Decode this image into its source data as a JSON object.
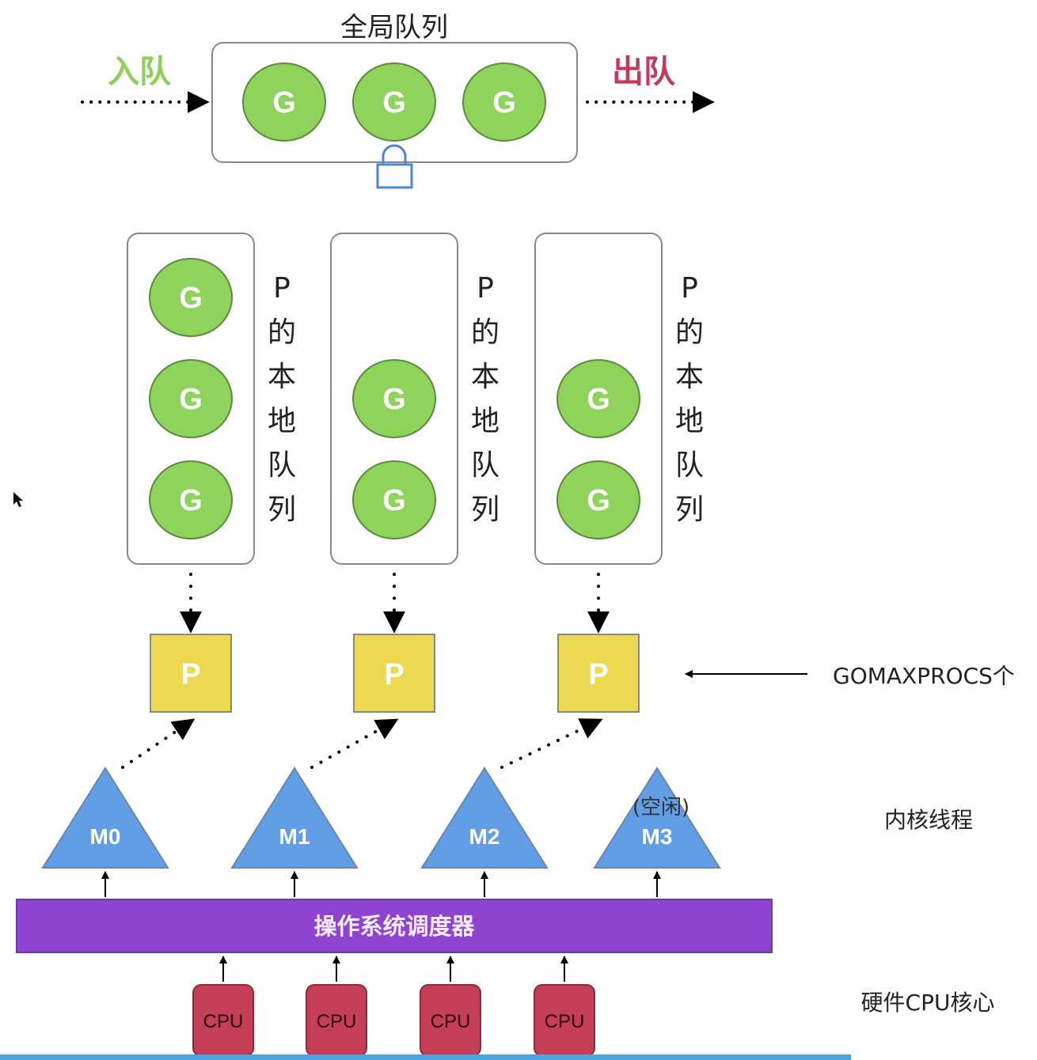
{
  "global_queue": {
    "title": "全局队列",
    "enqueue_label": "入队",
    "dequeue_label": "出队",
    "goroutines": [
      "G",
      "G",
      "G"
    ],
    "lock_icon": "lock-icon"
  },
  "local_queues": [
    {
      "side_label": [
        "P",
        "的",
        "本",
        "地",
        "队",
        "列"
      ],
      "goroutines": [
        "G",
        "G",
        "G"
      ]
    },
    {
      "side_label": [
        "P",
        "的",
        "本",
        "地",
        "队",
        "列"
      ],
      "goroutines": [
        "G",
        "G"
      ]
    },
    {
      "side_label": [
        "P",
        "的",
        "本",
        "地",
        "队",
        "列"
      ],
      "goroutines": [
        "G",
        "G"
      ]
    }
  ],
  "processors": [
    "P",
    "P",
    "P"
  ],
  "gomaxprocs_label": "GOMAXPROCS个",
  "machines": [
    {
      "label": "M0",
      "note": ""
    },
    {
      "label": "M1",
      "note": ""
    },
    {
      "label": "M2",
      "note": ""
    },
    {
      "label": "M3",
      "note": "(空闲)"
    }
  ],
  "kernel_thread_label": "内核线程",
  "os_scheduler_label": "操作系统调度器",
  "cpus": [
    "CPU",
    "CPU",
    "CPU",
    "CPU"
  ],
  "hardware_cpu_label": "硬件CPU核心",
  "colors": {
    "goroutine": "#8ed35c",
    "processor": "#ecd94f",
    "machine": "#629ee6",
    "scheduler": "#8e44cf",
    "cpu": "#c43e55",
    "enqueue": "#8ccf5a",
    "dequeue": "#c33a5c",
    "lock": "#4a86d6"
  }
}
